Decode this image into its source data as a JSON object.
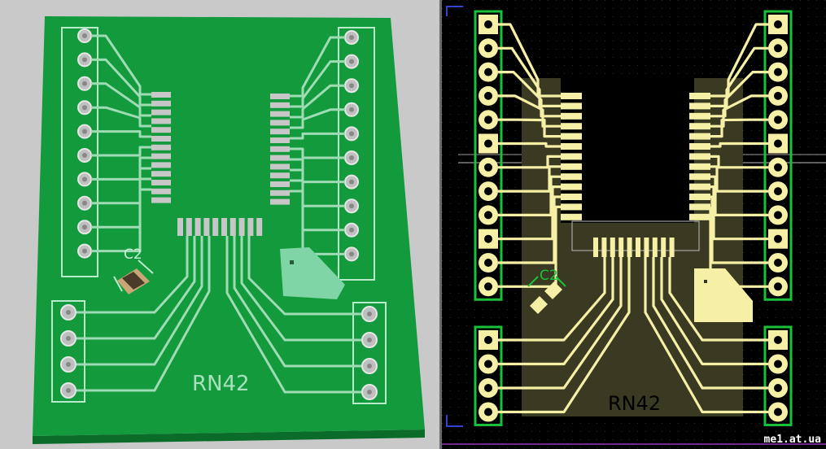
{
  "views": {
    "render_3d": {
      "board_label": "RN42",
      "cap_label": "C2"
    },
    "layout_2d": {
      "board_label": "RN42",
      "cap_label": "C2"
    }
  },
  "watermark": "me1.at.ua",
  "colors": {
    "board_3d": "#139a3d",
    "trace_3d": "#9fdcb3",
    "pad_3d": "#c7c7c7",
    "bg_2d": "#000000",
    "copper_2d": "#f6f0a6",
    "outline_2d": "#19c13a",
    "module_2d": "#3a3a22"
  }
}
